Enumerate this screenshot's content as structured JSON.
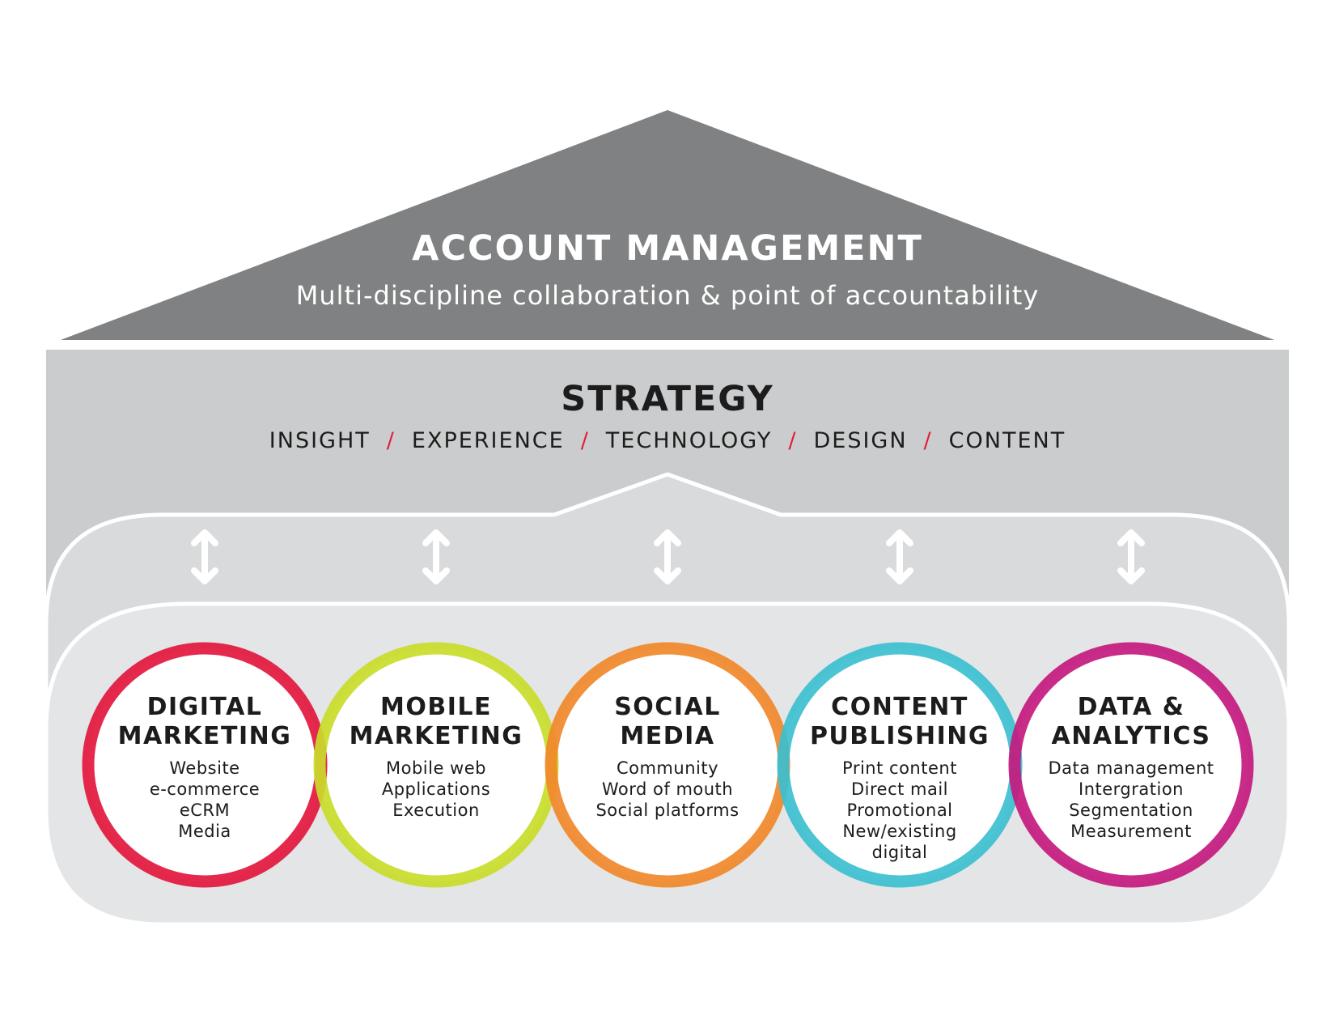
{
  "account_management": {
    "title": "ACCOUNT MANAGEMENT",
    "subtitle": "Multi-discipline collaboration & point of accountability"
  },
  "strategy": {
    "title": "STRATEGY",
    "pillars": [
      "INSIGHT",
      "EXPERIENCE",
      "TECHNOLOGY",
      "DESIGN",
      "CONTENT"
    ],
    "separator": "/"
  },
  "colors": {
    "roof": "#808182",
    "strategy_band": "#cbcccd",
    "inner_band": "#e4e5e6",
    "separator": "#e01e3c"
  },
  "connectors": {
    "icon": "double-headed-vertical-arrow",
    "count": 5
  },
  "disciplines": [
    {
      "title": [
        "DIGITAL",
        "MARKETING"
      ],
      "items": [
        "Website",
        "e-commerce",
        "eCRM",
        "Media"
      ],
      "color": "#e3173e"
    },
    {
      "title": [
        "MOBILE",
        "MARKETING"
      ],
      "items": [
        "Mobile web",
        "Applications",
        "Execution"
      ],
      "color": "#c9dc2a"
    },
    {
      "title": [
        "SOCIAL",
        "MEDIA"
      ],
      "items": [
        "Community",
        "Word of mouth",
        "Social platforms"
      ],
      "color": "#f1882b"
    },
    {
      "title": [
        "CONTENT",
        "PUBLISHING"
      ],
      "items": [
        "Print content",
        "Direct mail",
        "Promotional",
        "New/existing",
        "digital"
      ],
      "color": "#3cbfcf"
    },
    {
      "title": [
        "DATA &",
        "ANALYTICS"
      ],
      "items": [
        "Data management",
        "Intergration",
        "Segmentation",
        "Measurement"
      ],
      "color": "#c4197e"
    }
  ]
}
